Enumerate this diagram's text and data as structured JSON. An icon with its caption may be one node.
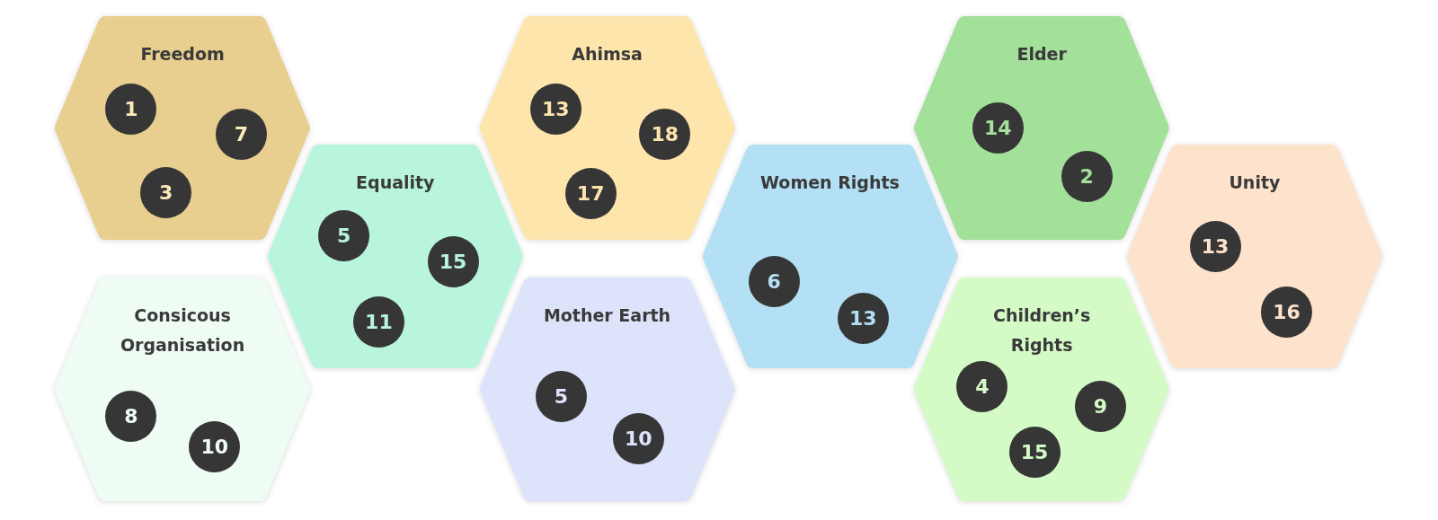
{
  "diagram": {
    "nodes": [
      {
        "text": [
          "Freedom"
        ]
      },
      {
        "text": [
          "1"
        ],
        "in": 0
      },
      {
        "text": [
          "7"
        ],
        "in": 0
      },
      {
        "text": [
          "3"
        ],
        "in": 0
      },
      {
        "text": [
          "Equality"
        ]
      },
      {
        "text": [
          "5"
        ],
        "in": 4
      },
      {
        "text": [
          "15"
        ],
        "in": 4
      },
      {
        "text": [
          "11"
        ],
        "in": 4
      },
      {
        "text": [
          "Ahimsa"
        ]
      },
      {
        "text": [
          "13"
        ],
        "in": 8
      },
      {
        "text": [
          "18"
        ],
        "in": 8
      },
      {
        "text": [
          "17"
        ],
        "in": 8
      },
      {
        "text": [
          "Consicous Organisation"
        ]
      },
      {
        "text": [
          "8"
        ],
        "in": 12
      },
      {
        "text": [
          "10"
        ],
        "in": 12
      },
      {
        "text": [
          "Mother Earth"
        ]
      },
      {
        "text": [
          "5"
        ],
        "in": 15
      },
      {
        "text": [
          "10"
        ],
        "in": 15
      },
      {
        "text": [
          "Women Rights"
        ]
      },
      {
        "text": [
          "6"
        ],
        "in": 18
      },
      {
        "text": [
          "13"
        ],
        "in": 18
      },
      {
        "text": [
          "Elder"
        ]
      },
      {
        "text": [
          "14"
        ],
        "in": 21
      },
      {
        "text": [
          "2"
        ],
        "in": 21
      },
      {
        "text": [
          "Children’s Rights"
        ]
      },
      {
        "text": [
          "4"
        ],
        "in": 24
      },
      {
        "text": [
          "9"
        ],
        "in": 24
      },
      {
        "text": [
          "15"
        ],
        "in": 24
      },
      {
        "text": [
          "Unity"
        ]
      },
      {
        "text": [
          "13"
        ],
        "in": 28
      },
      {
        "text": [
          "16"
        ],
        "in": 28
      }
    ]
  }
}
